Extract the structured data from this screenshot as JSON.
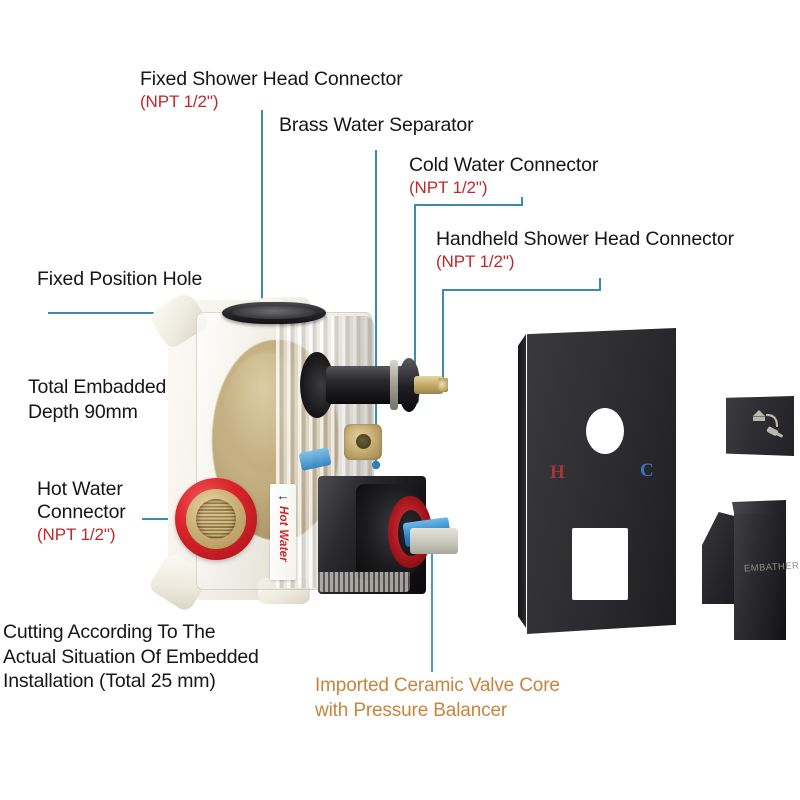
{
  "diagram": {
    "kind": "shower-valve-exploded-diagram",
    "background_color": "#ffffff",
    "leader_color": "#3d8ba4",
    "spec_color": "#c0282d",
    "caption_color": "#c8843c"
  },
  "callouts": [
    {
      "id": "fixed-shower-head-connector",
      "title": "Fixed Shower Head Connector",
      "spec": "(NPT 1/2\")"
    },
    {
      "id": "brass-water-separator",
      "title": "Brass Water Separator",
      "spec": ""
    },
    {
      "id": "cold-water-connector",
      "title": "Cold Water Connector",
      "spec": "(NPT 1/2\")"
    },
    {
      "id": "handheld-shower-head-connector",
      "title": "Handheld Shower Head Connector",
      "spec": "(NPT 1/2\")"
    },
    {
      "id": "fixed-position-hole",
      "title": "Fixed Position Hole",
      "spec": ""
    },
    {
      "id": "hot-water-connector",
      "title_line1": "Hot Water",
      "title_line2": "Connector",
      "spec": "(NPT 1/2\")"
    }
  ],
  "notes": {
    "embedded_depth_line1": "Total Embadded",
    "embedded_depth_line2": "Depth 90mm",
    "cutting_line1": "Cutting According To The",
    "cutting_line2": "Actual Situation Of Embedded",
    "cutting_line3": "Installation (Total 25 mm)"
  },
  "caption": {
    "line1": "Imported Ceramic Valve Core",
    "line2": "with Pressure Balancer"
  },
  "valve": {
    "hot_water_tag": "Hot Water",
    "hot_water_arrow": "←"
  },
  "trim_plate": {
    "mark_hot": "H",
    "mark_cold": "C",
    "mark_hot_color": "#a8343a",
    "mark_cold_color": "#3f6fc4"
  },
  "handle": {
    "brand": "EMBATHER"
  },
  "diverter": {
    "icon_fixed": "fixed-shower-head-icon",
    "icon_handheld": "handheld-shower-head-icon"
  }
}
